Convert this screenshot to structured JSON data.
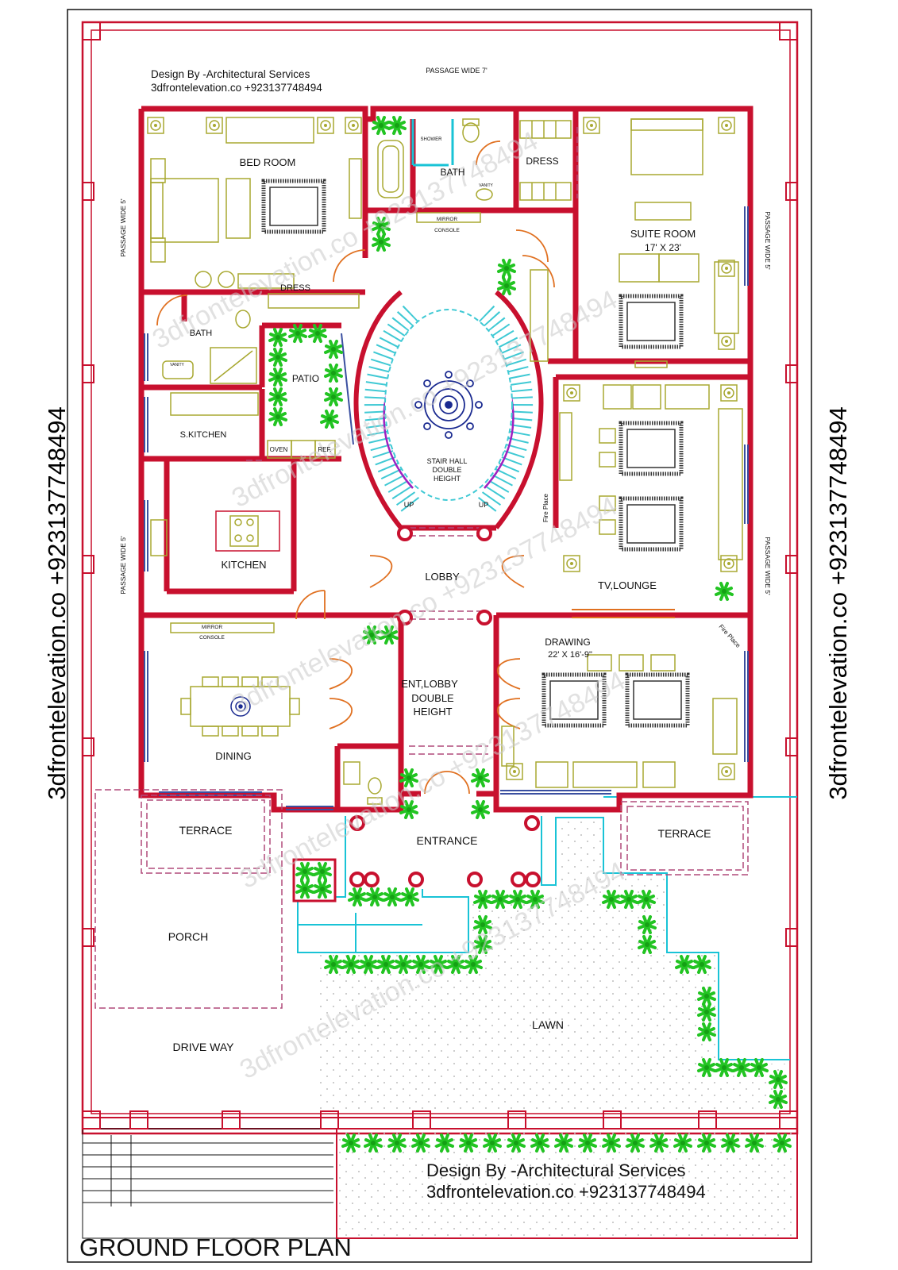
{
  "plan_title": "GROUND FLOOR PLAN",
  "credit_top": {
    "line1": "Design By -Architectural Services",
    "line2": "3dfrontelevation.co +923137748494"
  },
  "credit_bottom": {
    "line1": "Design By -Architectural Services",
    "line2": "3dfrontelevation.co +923137748494"
  },
  "side_text": "3dfrontelevation.co +923137748494",
  "watermark": "3dfrontelevation.co +923137748494",
  "rooms": {
    "bed_room": "BED ROOM",
    "bath_top": "BATH",
    "shower": "SHOWER",
    "vanity": "VANITY",
    "dress_top": "DRESS",
    "mirror_console_top_1": "MIRROR",
    "mirror_console_top_2": "CONSOLE",
    "suite_room": "SUITE ROOM",
    "suite_size": "17' X 23'",
    "dress_left": "DRESS",
    "bath_left": "BATH",
    "vanity_left": "VANITY",
    "patio": "PATIO",
    "s_kitchen": "S.KITCHEN",
    "oven": "OVEN",
    "ref": "REF.",
    "kitchen": "KITCHEN",
    "stair_hall_1": "STAIR HALL",
    "stair_hall_2": "DOUBLE",
    "stair_hall_3": "HEIGHT",
    "up_left": "UP",
    "up_right": "UP",
    "fire_place_1": "Fire Place",
    "fire_place_2": "Fire Place",
    "lobby": "LOBBY",
    "tv_lounge": "TV,LOUNGE",
    "mirror_console_low_1": "MIRROR",
    "mirror_console_low_2": "CONSOLE",
    "drawing": "DRAWING",
    "drawing_size": "22' X 16'-9\"",
    "ent_lobby_1": "ENT,LOBBY",
    "ent_lobby_2": "DOUBLE",
    "ent_lobby_3": "HEIGHT",
    "dining": "DINING",
    "entrance": "ENTRANCE",
    "terrace_left": "TERRACE",
    "terrace_right": "TERRACE",
    "porch": "PORCH",
    "drive_way": "DRIVE WAY",
    "lawn": "LAWN",
    "passage_top": "PASSAGE WIDE 7'",
    "passage_left_1": "PASSAGE WIDE 5'",
    "passage_left_2": "PASSAGE WIDE 5'",
    "passage_right_1": "PASSAGE WIDE 5'",
    "passage_right_2": "PASSAGE WIDE 5'"
  },
  "colors": {
    "wall": "#c8102e",
    "furniture": "#a8a830",
    "plant": "#22c422",
    "water_line": "#19c3d6",
    "stair": "#3fc9d4",
    "door": "#e07020",
    "dashed": "#b04a7a",
    "window": "#3a4fa0"
  }
}
